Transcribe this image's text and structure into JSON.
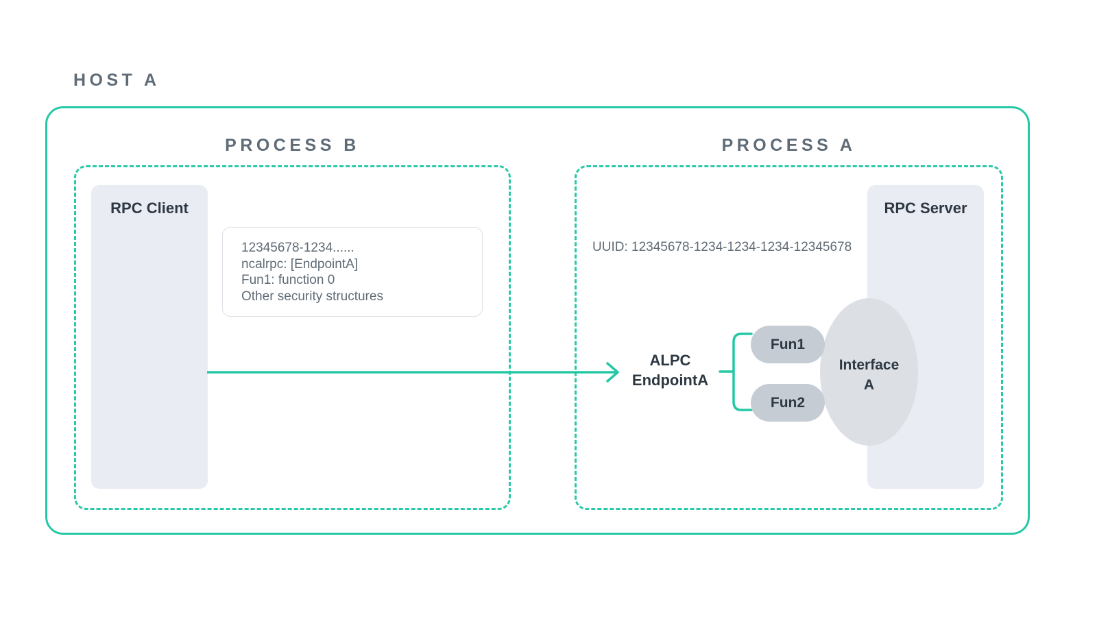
{
  "host": {
    "title": "HOST A"
  },
  "processes": {
    "left": {
      "title": "PROCESS B",
      "panel_label": "RPC Client",
      "info_box": {
        "lines": [
          "12345678-1234......",
          "ncalrpc: [EndpointA]",
          "Fun1: function 0",
          "Other security structures"
        ]
      }
    },
    "right": {
      "title": "PROCESS A",
      "panel_label": "RPC Server",
      "uuid_text": "UUID: 12345678-1234-1234-1234-12345678",
      "endpoint_label_line1": "ALPC",
      "endpoint_label_line2": "EndpointA",
      "interface_label_line1": "Interface",
      "interface_label_line2": "A",
      "functions": [
        {
          "label": "Fun1"
        },
        {
          "label": "Fun2"
        }
      ]
    }
  },
  "colors": {
    "teal": "#25c8a5",
    "dashed_teal": "#29c9a7",
    "panel_bg": "#e9ecf2",
    "pill_bg": "#c6ccd4",
    "ellipse_bg": "#dcdfe4",
    "title_text": "#5f6b76",
    "body_text": "#2d3843",
    "info_text": "#5f6b76",
    "info_border": "#dbdfe5",
    "background": "#ffffff"
  }
}
